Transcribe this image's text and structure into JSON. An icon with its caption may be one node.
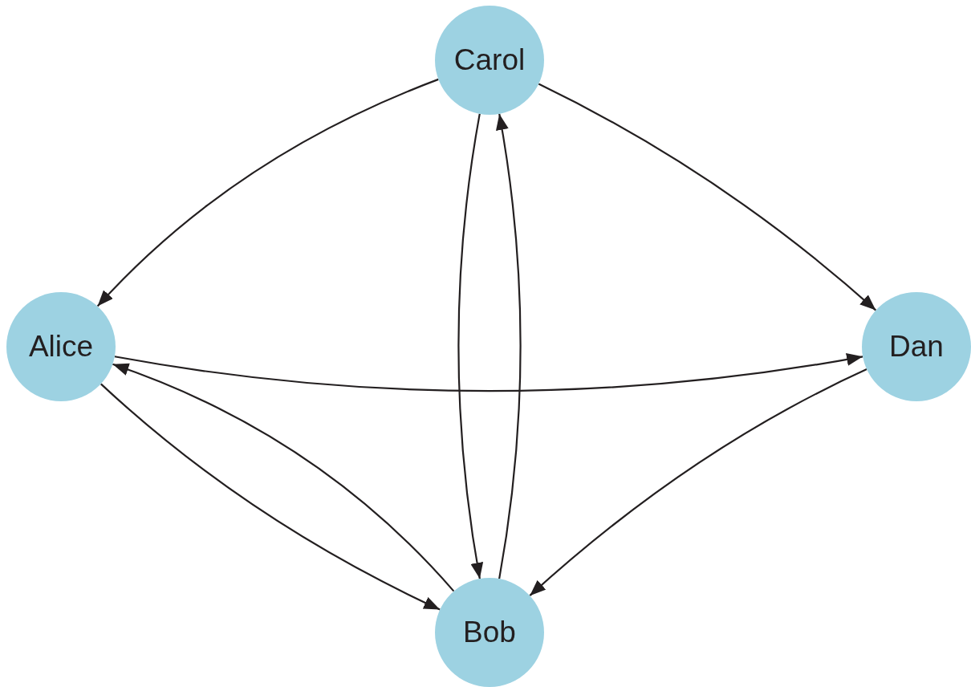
{
  "diagram": {
    "nodes": [
      {
        "text": [
          "Carol"
        ]
      },
      {
        "text": [
          "Alice"
        ]
      },
      {
        "text": [
          "Dan"
        ]
      },
      {
        "text": [
          "Bob"
        ]
      }
    ],
    "edges": [
      {
        "from": 0,
        "to": 1,
        "arrow": "to"
      },
      {
        "from": 0,
        "to": 2,
        "arrow": "to"
      },
      {
        "from": 0,
        "to": 3,
        "arrow": "to"
      },
      {
        "from": 3,
        "to": 0,
        "arrow": "to"
      },
      {
        "from": 1,
        "to": 2,
        "arrow": "to"
      },
      {
        "from": 1,
        "to": 3,
        "arrow": "to"
      },
      {
        "from": 3,
        "to": 1,
        "arrow": "to"
      },
      {
        "from": 2,
        "to": 3,
        "arrow": "to"
      }
    ]
  }
}
